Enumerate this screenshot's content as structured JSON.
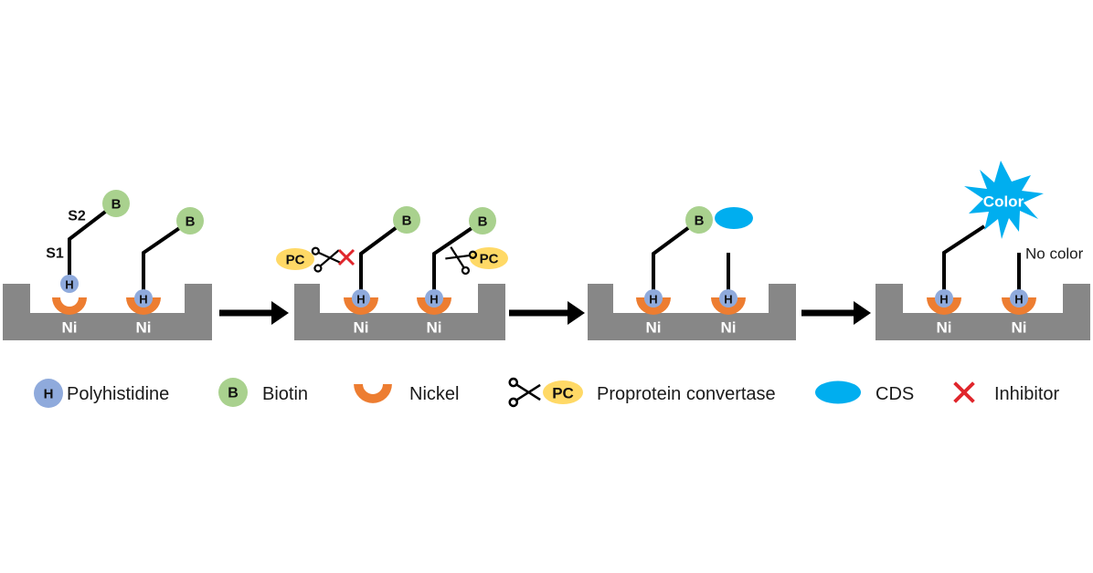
{
  "colors": {
    "background": "#FFFFFF",
    "well_gray": "#878787",
    "nickel_orange": "#ED7D31",
    "polyhistidine_blue": "#8FAADC",
    "biotin_green": "#A9D18E",
    "pc_yellow": "#FFD966",
    "cds_cyan": "#00AEEF",
    "inhibitor_red": "#E0262C",
    "line_black": "#000000",
    "ni_text": "#FFFFFF"
  },
  "symbols": {
    "polyhistidine": "H",
    "biotin": "B",
    "nickel": "Ni",
    "proprotein_convertase": "PC"
  },
  "panel1": {
    "strand_segment_1": "S1",
    "strand_segment_2": "S2"
  },
  "panel4": {
    "color_burst": "Color",
    "no_color": "No color"
  },
  "legend": {
    "polyhistidine": "Polyhistidine",
    "biotin": "Biotin",
    "nickel": "Nickel",
    "proprotein_convertase": "Proprotein convertase",
    "cds": "CDS",
    "inhibitor": "Inhibitor"
  }
}
